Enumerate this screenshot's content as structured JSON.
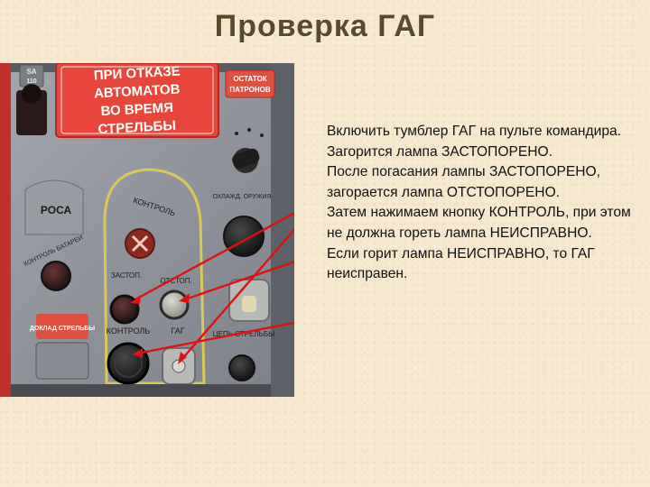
{
  "slide": {
    "title": "Проверка ГАГ",
    "instructions": [
      "Включить тумблер ГАГ на пульте командира.",
      "Загорится лампа ЗАСТОПОРЕНО.",
      "После погасания лампы ЗАСТОПОРЕНО, загорается лампа ОТСТОПОРЕНО.",
      "Затем нажимаем кнопку КОНТРОЛЬ, при этом не должна гореть лампа НЕИСПРАВНО.",
      "Если горит лампа НЕИСПРАВНО, то ГАГ неисправен."
    ]
  },
  "panel": {
    "plate_main": [
      "ПРИ ОТКАЗЕ",
      "АВТОМАТОВ",
      "ВО ВРЕМЯ",
      "СТРЕЛЬБЫ"
    ],
    "plate_top_left": [
      "SA",
      "110"
    ],
    "plate_top_right": [
      "ОСТАТОК",
      "ПАТРОНОВ"
    ],
    "label_rosa": "РОСА",
    "label_control_top": "КОНТРОЛЬ",
    "label_control_bottom": "КОНТРОЛЬ",
    "label_gag": "ГАГ",
    "label_fire_circuit": "ЦЕПЬ СТРЕЛЬБЫ",
    "label_right_upper": "ОХЛАЖД. ОРУЖИЯ",
    "label_left_small": "КОНТРОЛЬ БАТАРЕИ",
    "label_left_lower": "ДОКЛАД СТРЕЛЬБЫ",
    "label_locked": "ЗАСТОП.",
    "label_unlocked": "ОТСТОП."
  },
  "colors": {
    "arrow": "#e01010",
    "highlight_outline": "#d8c85a",
    "red_plate": "#e8463a"
  }
}
